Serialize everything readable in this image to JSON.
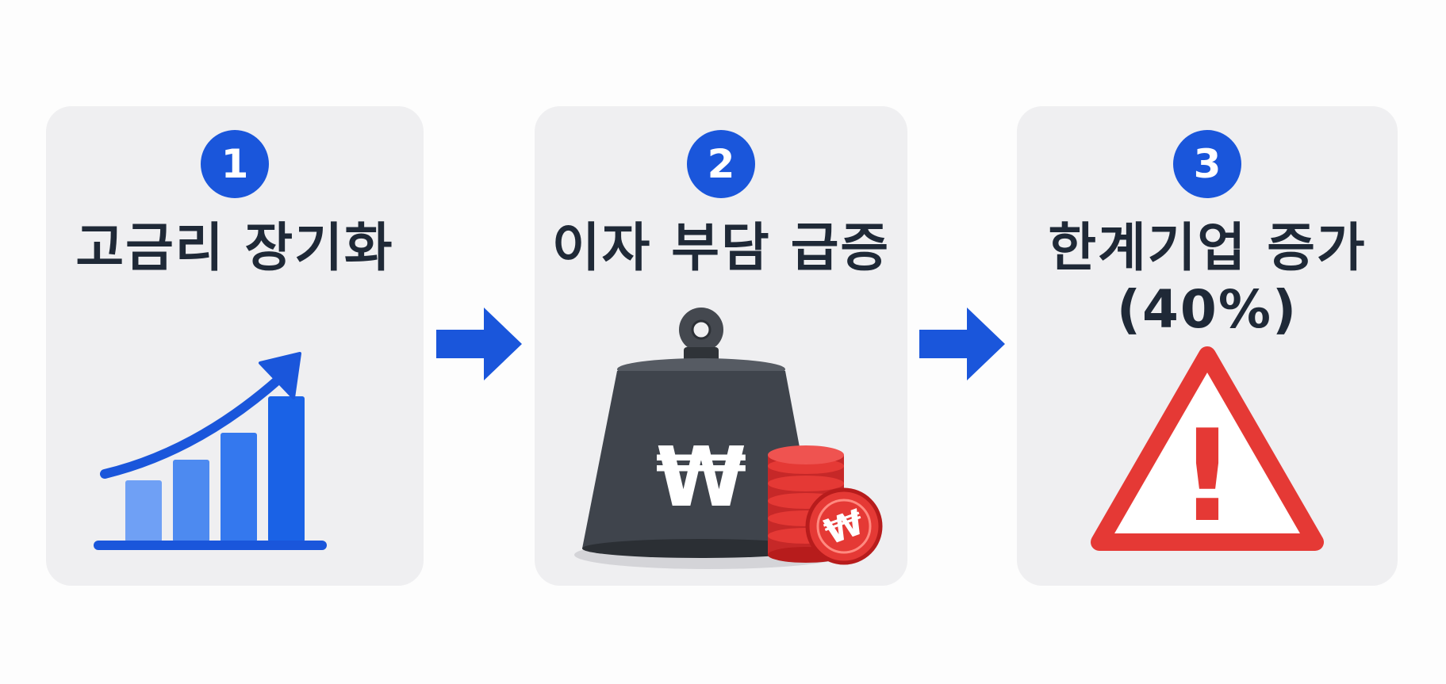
{
  "steps": [
    {
      "number": "1",
      "title_lines": [
        "고금리 장기화"
      ],
      "icon": "rising-bar-chart-icon"
    },
    {
      "number": "2",
      "title_lines": [
        "이자 부담 급증"
      ],
      "icon": "weight-with-coins-icon",
      "weight_symbol": "₩",
      "coin_symbol": "₩"
    },
    {
      "number": "3",
      "title_lines": [
        "한계기업 증가",
        "(40%)"
      ],
      "icon": "warning-triangle-icon",
      "warning_symbol": "!"
    }
  ],
  "connectors": [
    "right-arrow-icon",
    "right-arrow-icon"
  ],
  "colors": {
    "accent_blue": "#1a56db",
    "card_bg": "#efeff1",
    "title_text": "#1f2937",
    "weight_dark": "#3f444c",
    "coin_red": "#e53935",
    "warning_red": "#e53935"
  }
}
